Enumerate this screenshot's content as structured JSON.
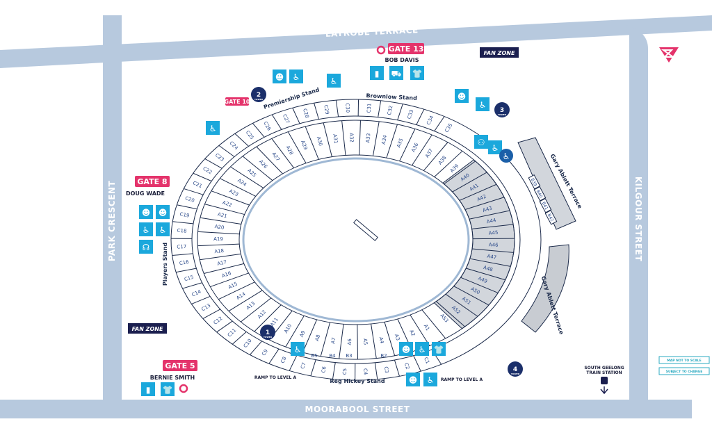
{
  "roads": {
    "top": "LATROBE TERRACE",
    "left": "PARK CRESCENT",
    "right": "KILGOUR STREET",
    "bottom": "MOORABOOL STREET"
  },
  "gates": [
    {
      "label": "GATE 13",
      "name": "BOB DAVIS"
    },
    {
      "label": "GATE 10"
    },
    {
      "label": "GATE 8",
      "name": "DOUG WADE"
    },
    {
      "label": "GATE 5",
      "name": "BERNIE SMITH"
    }
  ],
  "fan_zone": "FAN ZONE",
  "stands": {
    "premiership": "Premiership Stand",
    "brownlow": "Brownlow Stand",
    "players": "Players Stand",
    "reg_hickey": "Reg Hickey Stand",
    "gary_ablett": "Gary Ablett Terrace"
  },
  "towers": [
    {
      "num": "1",
      "label": "TOWER"
    },
    {
      "num": "2",
      "label": "TOWER"
    },
    {
      "num": "3",
      "label": "TOWER"
    },
    {
      "num": "4",
      "label": "TOWER"
    }
  ],
  "ramps": [
    "RAMP TO LEVEL A",
    "RAMP TO LEVEL A"
  ],
  "train": {
    "line1": "SOUTH GEELONG",
    "line2": "TRAIN STATION"
  },
  "notes": [
    "MAP NOT TO SCALE",
    "SUBJECT TO CHANGE"
  ],
  "sections": {
    "a": [
      "A1",
      "A2",
      "A3",
      "A4",
      "A5",
      "A6",
      "A7",
      "A8",
      "A9",
      "A10",
      "A11",
      "A12",
      "A13",
      "A14",
      "A15",
      "A16",
      "A17",
      "A18",
      "A19",
      "A20",
      "A21",
      "A22",
      "A23",
      "A24",
      "A25",
      "A26",
      "A27",
      "A28",
      "A29",
      "A30",
      "A31",
      "A32",
      "A33",
      "A34",
      "A35",
      "A36",
      "A37",
      "A38",
      "A39",
      "A40",
      "A41",
      "A42",
      "A43",
      "A44",
      "A45",
      "A46",
      "A47",
      "A48",
      "A49",
      "A50",
      "A51",
      "A52",
      "A53"
    ],
    "c": [
      "C1",
      "C2",
      "C3",
      "C4",
      "C5",
      "C6",
      "C7",
      "C8",
      "C9",
      "C10",
      "C11",
      "C12",
      "C13",
      "C14",
      "C15",
      "C16",
      "C17",
      "C18",
      "C19",
      "C20",
      "C21",
      "C22",
      "C23",
      "C24",
      "C25",
      "C26",
      "C27",
      "C28",
      "C29",
      "C30",
      "C31",
      "C32",
      "C33",
      "C34",
      "C35"
    ],
    "b_bottom": [
      "B2",
      "B3",
      "B4",
      "B5"
    ],
    "b_terrace": [
      "B39",
      "B40",
      "B41",
      "B42"
    ]
  },
  "icons": [
    "tickets-icon",
    "pram-icon",
    "merchandise-icon",
    "baby-change-icon",
    "wheelchair-icon",
    "headphones-icon",
    "family-icon",
    "accessible-entry-icon",
    "location-pin-icon",
    "train-icon"
  ],
  "colors": {
    "road": "#b7c9de",
    "gate": "#e4336b",
    "icon": "#1ba8dc",
    "navy": "#1b1f4f",
    "terrace": "#d2d6dc"
  }
}
